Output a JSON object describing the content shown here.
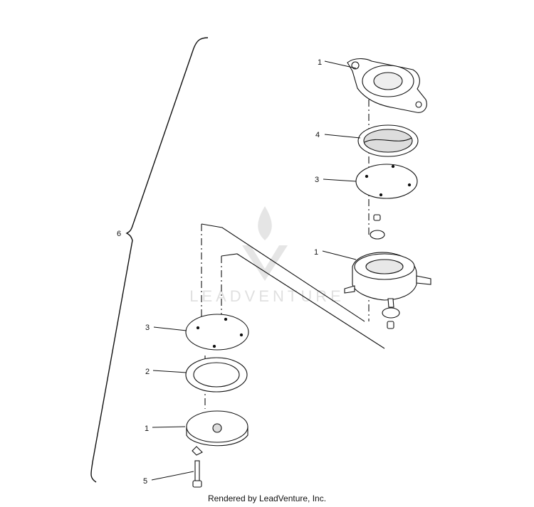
{
  "callouts": {
    "top_cover": "1",
    "top_diaphragm": "4",
    "top_gasket": "3",
    "body": "1",
    "lower_gasket": "3",
    "lower_diaphragm": "2",
    "bottom_cover": "1",
    "screw": "5",
    "assembly": "6"
  },
  "watermark": {
    "logo_name": "leadventure-flame-logo",
    "text": "LEADVENTURE"
  },
  "footer": {
    "text": "Rendered by LeadVenture, Inc."
  }
}
